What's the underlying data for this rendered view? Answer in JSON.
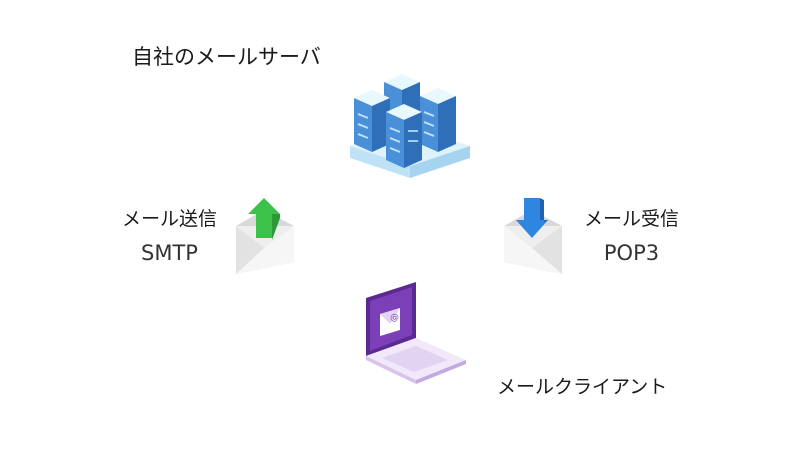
{
  "server": {
    "label": "自社のメールサーバ",
    "icon": "server-rack-icon",
    "colors": {
      "top": "#dff2fc",
      "front": "#4a90d9",
      "side": "#2e6fb8",
      "base": "#cfeaf8"
    }
  },
  "send": {
    "label": "メール送信",
    "protocol": "SMTP",
    "icon": "mail-send-icon",
    "arrow_color": "#3cc24a"
  },
  "receive": {
    "label": "メール受信",
    "protocol": "POP3",
    "icon": "mail-receive-icon",
    "arrow_color": "#2f86e0"
  },
  "client": {
    "label": "メールクライアント",
    "icon": "laptop-mail-icon",
    "screen_color": "#7b3fb8",
    "symbol": "@"
  }
}
